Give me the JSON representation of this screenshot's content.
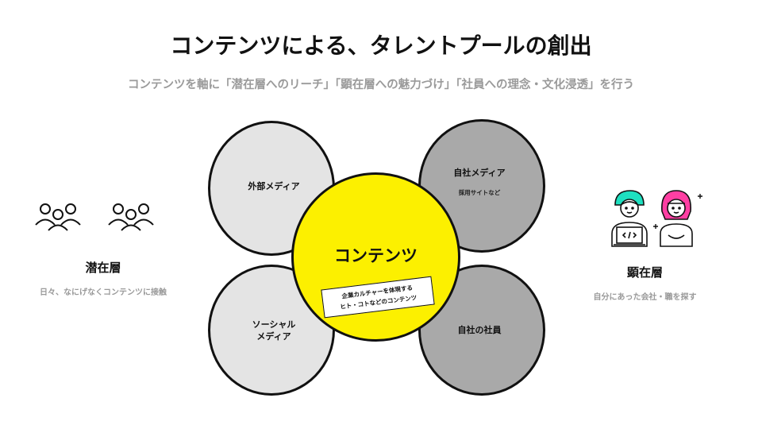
{
  "header": {
    "title": "コンテンツによる、タレントプールの創出",
    "subtitle": "コンテンツを軸に「潜在層へのリーチ」「顕在層への魅力づけ」「社員への理念・文化浸透」を行う"
  },
  "circles": {
    "top_left": {
      "label": "外部メディア"
    },
    "bottom_left": {
      "label_line1": "ソーシャル",
      "label_line2": "メディア"
    },
    "top_right": {
      "label": "自社メディア",
      "sub": "採用サイトなど"
    },
    "bottom_right": {
      "label": "自社の社員"
    },
    "center": {
      "label": "コンテンツ",
      "box_line1": "企業カルチャーを体現する",
      "box_line2": "ヒト・コトなどのコンテンツ"
    }
  },
  "left_panel": {
    "title": "潜在層",
    "description": "日々、なにげなくコンテンツに接触",
    "icon": "people-group-icon"
  },
  "right_panel": {
    "title": "顕在層",
    "description": "自分にあった会社・職を探す",
    "icon": "job-seekers-icon"
  },
  "colors": {
    "center_fill": "#fcf000",
    "light_circle": "#e4e4e4",
    "dark_circle": "#a9a9a9",
    "muted_text": "#9a9a9a",
    "accent_teal": "#1ee0c0",
    "accent_pink": "#ff3fa3"
  }
}
